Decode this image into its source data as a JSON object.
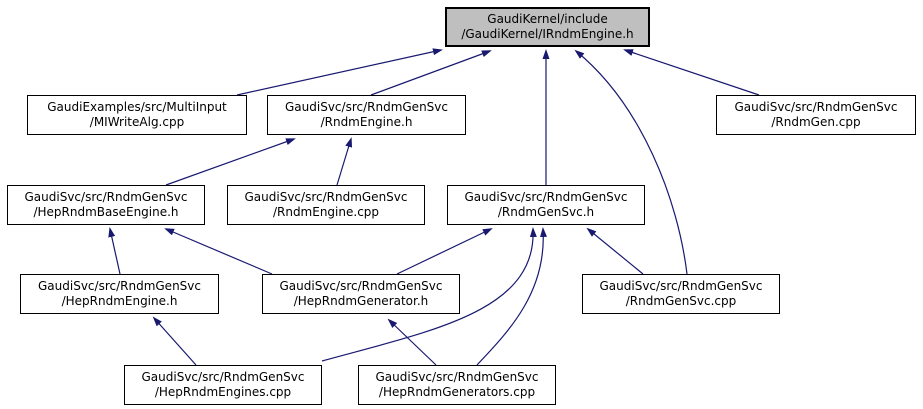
{
  "diagram": {
    "kind": "include-dependency-graph",
    "colors": {
      "arrow": "#191970",
      "root_fill": "#bfbfbf",
      "node_fill": "#ffffff",
      "border": "#000000"
    },
    "nodes": {
      "irndmengine_h": {
        "line1": "GaudiKernel/include",
        "line2": "/GaudiKernel/IRndmEngine.h"
      },
      "miwritealg_cpp": {
        "line1": "GaudiExamples/src/MultiInput",
        "line2": "/MIWriteAlg.cpp"
      },
      "rndmengine_h": {
        "line1": "GaudiSvc/src/RndmGenSvc",
        "line2": "/RndmEngine.h"
      },
      "rndmgen_cpp": {
        "line1": "GaudiSvc/src/RndmGenSvc",
        "line2": "/RndmGen.cpp"
      },
      "heprndmbaseengine_h": {
        "line1": "GaudiSvc/src/RndmGenSvc",
        "line2": "/HepRndmBaseEngine.h"
      },
      "rndmengine_cpp": {
        "line1": "GaudiSvc/src/RndmGenSvc",
        "line2": "/RndmEngine.cpp"
      },
      "rndmgensvc_h": {
        "line1": "GaudiSvc/src/RndmGenSvc",
        "line2": "/RndmGenSvc.h"
      },
      "heprndmengine_h": {
        "line1": "GaudiSvc/src/RndmGenSvc",
        "line2": "/HepRndmEngine.h"
      },
      "heprndmgenerator_h": {
        "line1": "GaudiSvc/src/RndmGenSvc",
        "line2": "/HepRndmGenerator.h"
      },
      "rndmgensvc_cpp": {
        "line1": "GaudiSvc/src/RndmGenSvc",
        "line2": "/RndmGenSvc.cpp"
      },
      "heprndmengines_cpp": {
        "line1": "GaudiSvc/src/RndmGenSvc",
        "line2": "/HepRndmEngines.cpp"
      },
      "heprndmgenerators_cpp": {
        "line1": "GaudiSvc/src/RndmGenSvc",
        "line2": "/HepRndmGenerators.cpp"
      }
    },
    "edges": [
      {
        "from": "GaudiExamples/src/MultiInput/MIWriteAlg.cpp",
        "to": "GaudiKernel/include/GaudiKernel/IRndmEngine.h"
      },
      {
        "from": "GaudiSvc/src/RndmGenSvc/RndmEngine.h",
        "to": "GaudiKernel/include/GaudiKernel/IRndmEngine.h"
      },
      {
        "from": "GaudiSvc/src/RndmGenSvc/RndmGenSvc.h",
        "to": "GaudiKernel/include/GaudiKernel/IRndmEngine.h"
      },
      {
        "from": "GaudiSvc/src/RndmGenSvc/RndmGenSvc.cpp",
        "to": "GaudiKernel/include/GaudiKernel/IRndmEngine.h"
      },
      {
        "from": "GaudiSvc/src/RndmGenSvc/RndmGen.cpp",
        "to": "GaudiKernel/include/GaudiKernel/IRndmEngine.h"
      },
      {
        "from": "GaudiSvc/src/RndmGenSvc/HepRndmBaseEngine.h",
        "to": "GaudiSvc/src/RndmGenSvc/RndmEngine.h"
      },
      {
        "from": "GaudiSvc/src/RndmGenSvc/RndmEngine.cpp",
        "to": "GaudiSvc/src/RndmGenSvc/RndmEngine.h"
      },
      {
        "from": "GaudiSvc/src/RndmGenSvc/HepRndmEngine.h",
        "to": "GaudiSvc/src/RndmGenSvc/HepRndmBaseEngine.h"
      },
      {
        "from": "GaudiSvc/src/RndmGenSvc/HepRndmGenerator.h",
        "to": "GaudiSvc/src/RndmGenSvc/HepRndmBaseEngine.h"
      },
      {
        "from": "GaudiSvc/src/RndmGenSvc/HepRndmGenerator.h",
        "to": "GaudiSvc/src/RndmGenSvc/RndmGenSvc.h"
      },
      {
        "from": "GaudiSvc/src/RndmGenSvc/RndmGenSvc.cpp",
        "to": "GaudiSvc/src/RndmGenSvc/RndmGenSvc.h"
      },
      {
        "from": "GaudiSvc/src/RndmGenSvc/HepRndmEngines.cpp",
        "to": "GaudiSvc/src/RndmGenSvc/HepRndmEngine.h"
      },
      {
        "from": "GaudiSvc/src/RndmGenSvc/HepRndmEngines.cpp",
        "to": "GaudiSvc/src/RndmGenSvc/RndmGenSvc.h"
      },
      {
        "from": "GaudiSvc/src/RndmGenSvc/HepRndmGenerators.cpp",
        "to": "GaudiSvc/src/RndmGenSvc/RndmGenSvc.h"
      },
      {
        "from": "GaudiSvc/src/RndmGenSvc/HepRndmGenerators.cpp",
        "to": "GaudiSvc/src/RndmGenSvc/HepRndmGenerator.h"
      }
    ]
  }
}
